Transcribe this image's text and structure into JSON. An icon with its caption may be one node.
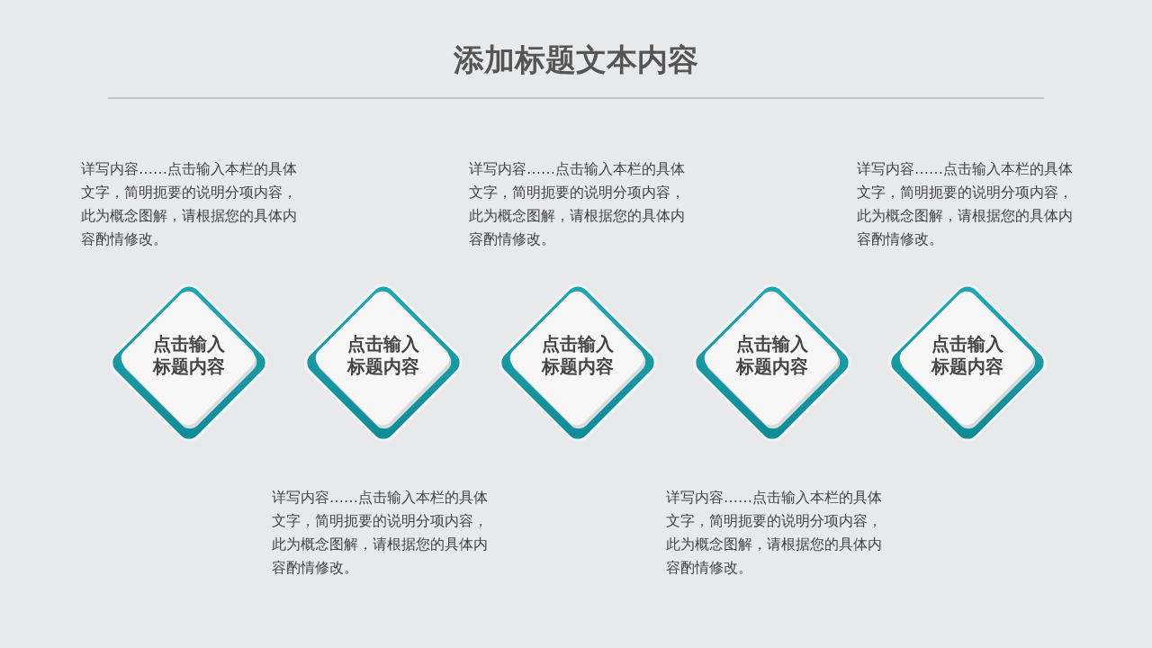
{
  "diagram": {
    "title": "添加标题文本内容",
    "nodes": [
      {
        "text": [
          "点击输入标题内容"
        ],
        "beside": [
          "详写内容……点击输入本栏的具体文字，简明扼要的说明分项内容，此为概念图解，请根据您的具体内容酌情修改。"
        ]
      },
      {
        "text": [
          "点击输入标题内容"
        ],
        "beside": [
          "详写内容……点击输入本栏的具体文字，简明扼要的说明分项内容，此为概念图解，请根据您的具体内容酌情修改。"
        ]
      },
      {
        "text": [
          "点击输入标题内容"
        ],
        "beside": [
          "详写内容……点击输入本栏的具体文字，简明扼要的说明分项内容，此为概念图解，请根据您的具体内容酌情修改。"
        ]
      },
      {
        "text": [
          "点击输入标题内容"
        ],
        "beside": [
          "详写内容……点击输入本栏的具体文字，简明扼要的说明分项内容，此为概念图解，请根据您的具体内容酌情修改。"
        ]
      },
      {
        "text": [
          "点击输入标题内容"
        ],
        "beside": [
          "详写内容……点击输入本栏的具体文字，简明扼要的说明分项内容，此为概念图解，请根据您的具体内容酌情修改。"
        ]
      }
    ]
  }
}
